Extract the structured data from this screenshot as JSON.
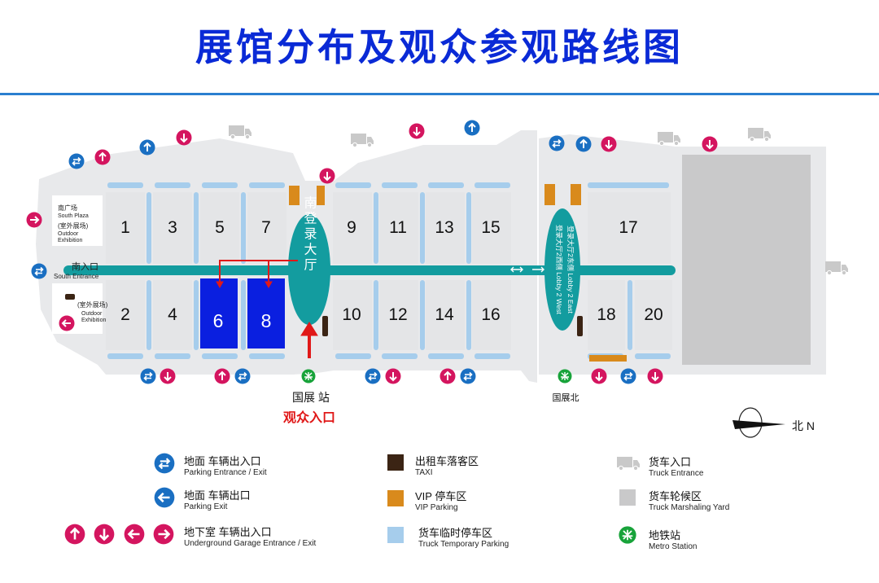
{
  "title": "展馆分布及观众参观路线图",
  "halls_top": [
    "1",
    "3",
    "5",
    "7",
    "9",
    "11",
    "13",
    "15",
    "17"
  ],
  "halls_bottom": [
    "2",
    "4",
    "6",
    "8",
    "10",
    "12",
    "14",
    "16",
    "18",
    "20"
  ],
  "highlight_halls": [
    "6",
    "8"
  ],
  "south_lobby": "南登录大厅",
  "lobby2_west": "登录大厅2西侧 Lobby 2 West",
  "lobby2_east": "登录大厅2东侧 Lobby 2 East",
  "south_plaza": {
    "cn": "南广场",
    "en": "South Plaza"
  },
  "outdoor_top": {
    "cn": "(室外展场)",
    "en1": "Outdoor",
    "en2": "Exhibition"
  },
  "outdoor_bottom": {
    "cn": "(室外展场)",
    "en1": "Outdoor",
    "en2": "Exhibition"
  },
  "south_entrance": {
    "cn": "南入口",
    "en": "South Entrance"
  },
  "metro_station_1": "国展 站",
  "visitor_entrance": "观众入口",
  "metro_station_2": "国展北",
  "north": "北 N",
  "legend": {
    "parking_entrance_exit": {
      "cn": "地面 车辆出入口",
      "en": "Parking Entrance / Exit"
    },
    "parking_exit": {
      "cn": "地面 车辆出口",
      "en": "Parking Exit"
    },
    "garage": {
      "cn": "地下室 车辆出入口",
      "en": "Underground Garage Entrance / Exit"
    },
    "taxi": {
      "cn": "出租车落客区",
      "en": "TAXI"
    },
    "vip": {
      "cn": "VIP 停车区",
      "en": "VIP Parking"
    },
    "truck_temp": {
      "cn": "货车临时停车区",
      "en": "Truck Temporary Parking"
    },
    "truck_entrance": {
      "cn": "货车入口",
      "en": "Truck Entrance"
    },
    "truck_yard": {
      "cn": "货车轮候区",
      "en": "Truck Marshaling Yard"
    },
    "metro": {
      "cn": "地铁站",
      "en": "Metro Station"
    }
  },
  "colors": {
    "title": "#0a2ad6",
    "hall": "#e4e5e7",
    "hall_highlight": "#0a1fe0",
    "corridor": "#139c9f",
    "temp_parking": "#a6cdec",
    "vip": "#d98a1c",
    "taxi": "#3b2414",
    "blue_icon": "#1a6fc2",
    "pink_icon": "#d4155f",
    "metro": "#18a33a",
    "arrow_red": "#e01818"
  }
}
